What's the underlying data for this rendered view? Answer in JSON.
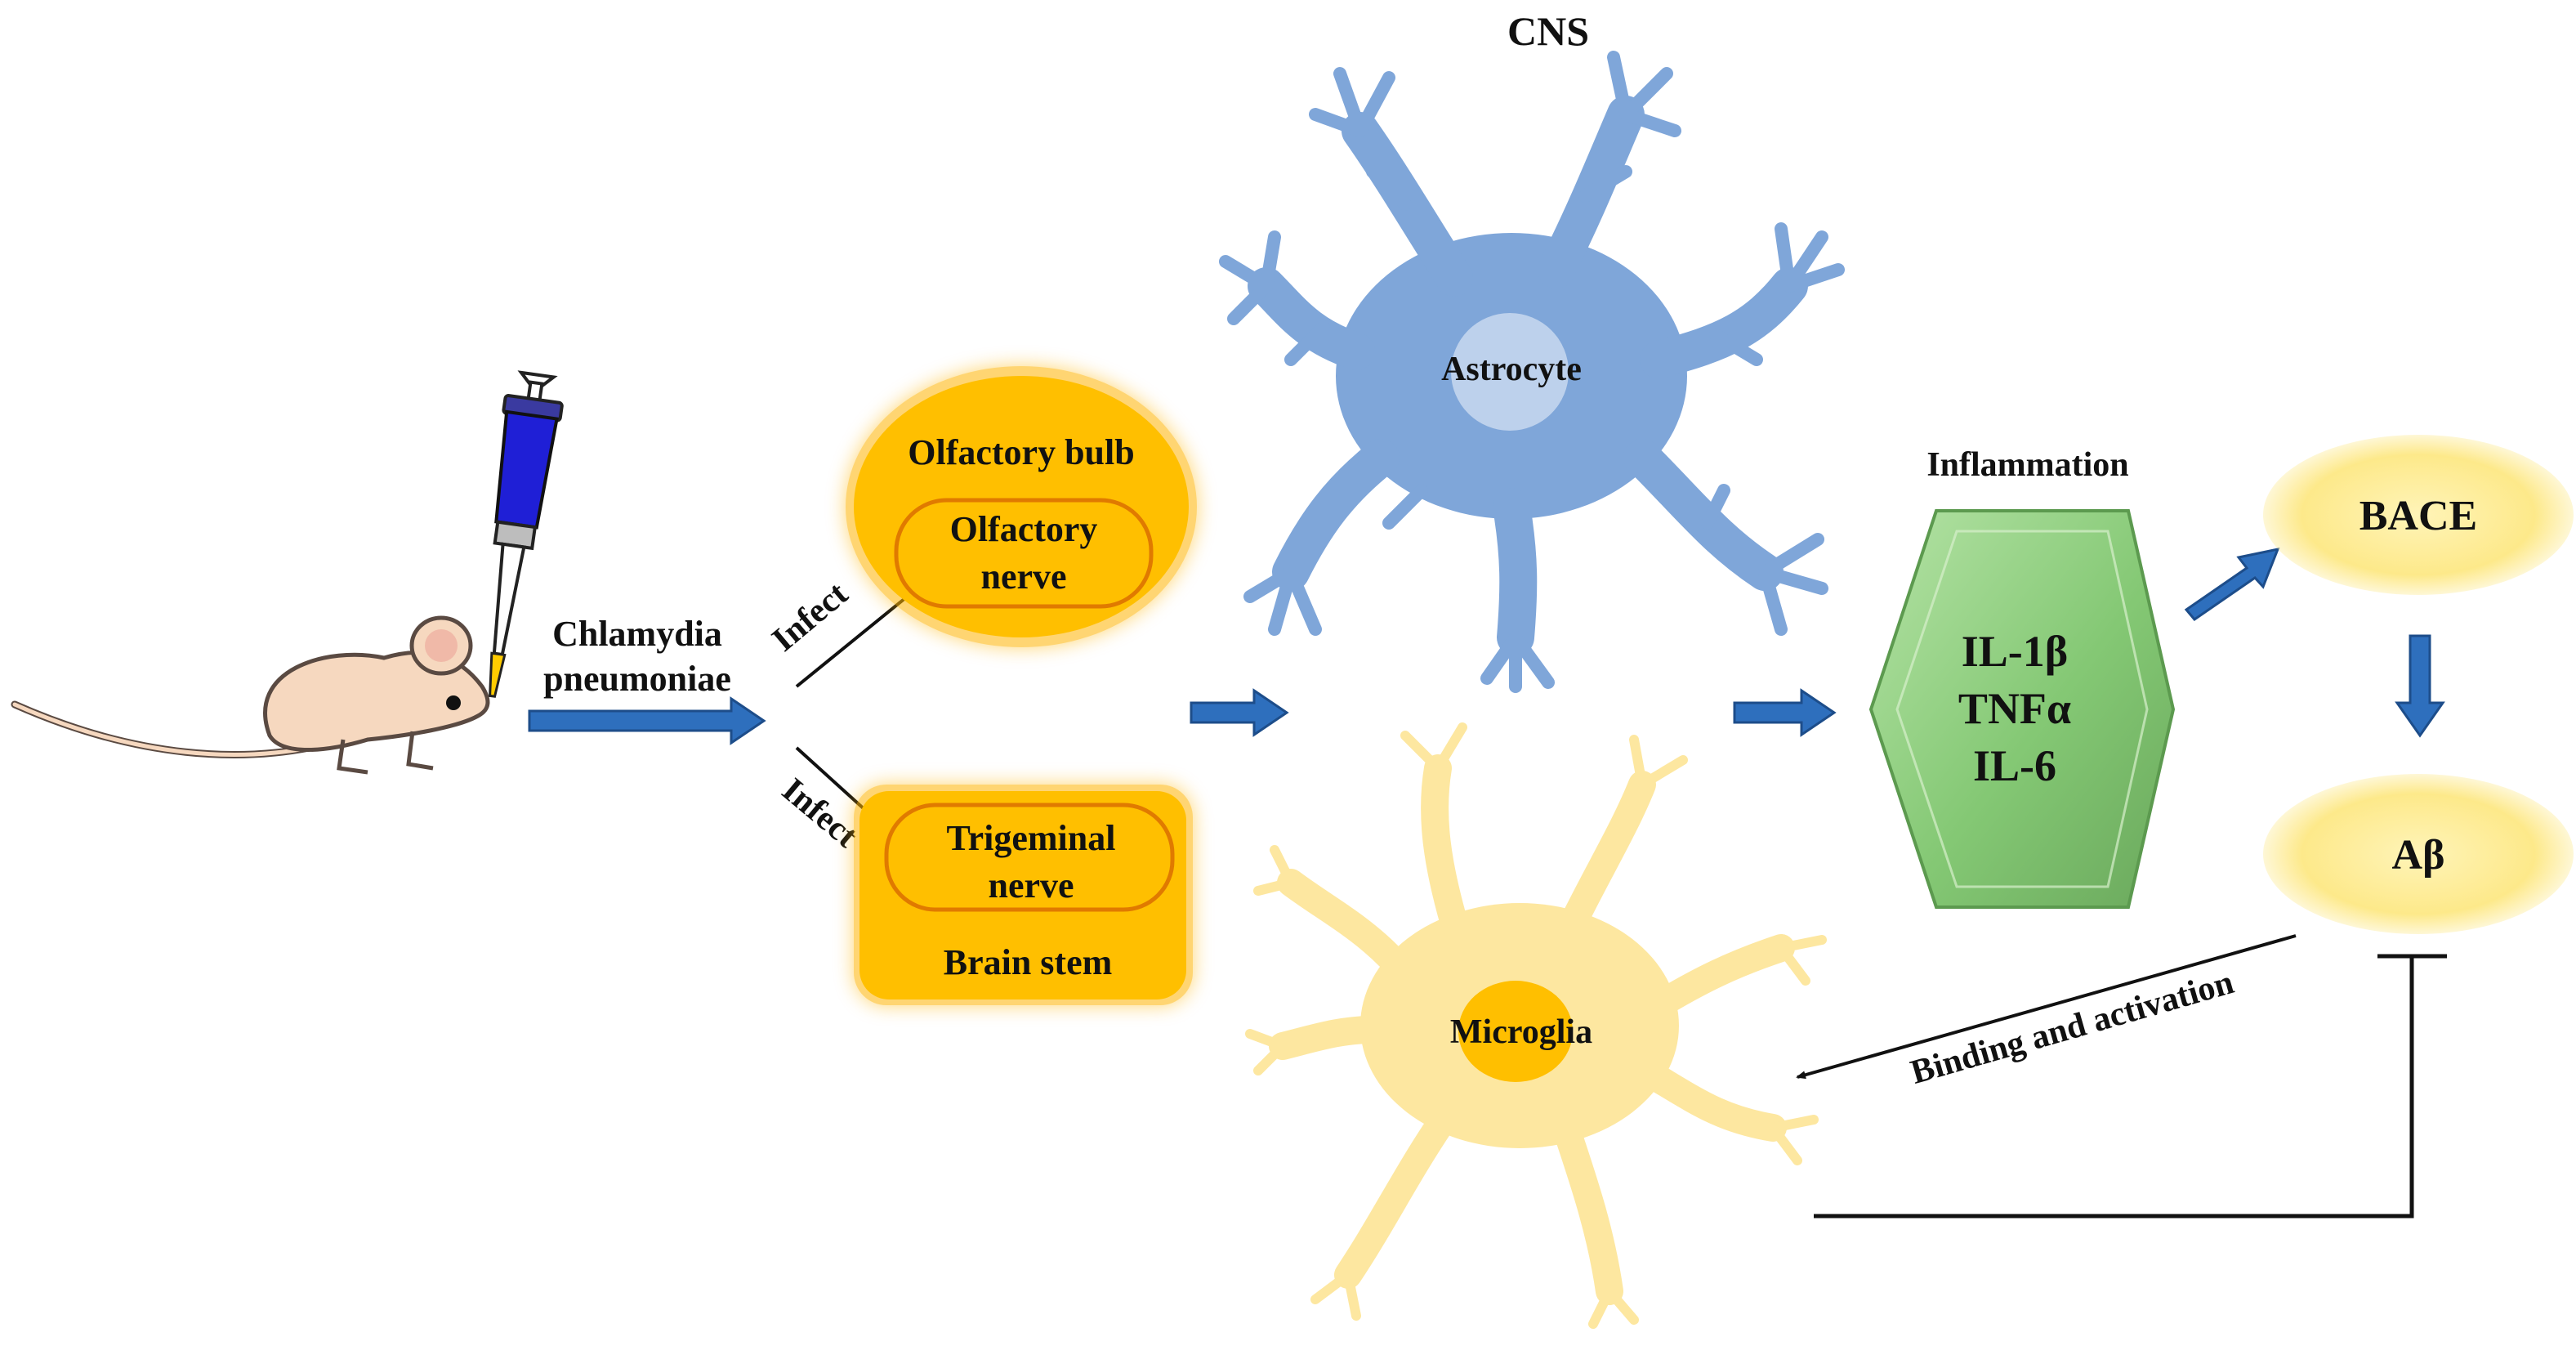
{
  "title": "CNS",
  "pathogen": {
    "line1": "Chlamydia",
    "line2": "pneumoniae"
  },
  "infect_upper": "Infect",
  "infect_lower": "Infect",
  "olfactory_bulb": {
    "label": "Olfactory bulb",
    "inner_line1": "Olfactory",
    "inner_line2": "nerve"
  },
  "brain_stem": {
    "label": "Brain stem",
    "inner_line1": "Trigeminal",
    "inner_line2": "nerve"
  },
  "astrocyte": {
    "label": "Astrocyte"
  },
  "microglia": {
    "label": "Microglia"
  },
  "inflammation": {
    "label": "Inflammation",
    "cytokines": [
      "IL-1β",
      "TNFα",
      "IL-6"
    ]
  },
  "bace": {
    "label": "BACE"
  },
  "abeta": {
    "label": "Aβ"
  },
  "feedback": {
    "label": "Binding and activation"
  },
  "colors": {
    "arrow_blue": "#2e6fbd",
    "orange": "#ffbf00",
    "astrocyte_blue": "#7fa6d9",
    "microglia_yellow": "#fde7a0",
    "hexagon_green": "#8ccf7e",
    "ellipse_yellow": "#fff0a0"
  },
  "icons": [
    "mouse-icon",
    "pipette-icon"
  ]
}
